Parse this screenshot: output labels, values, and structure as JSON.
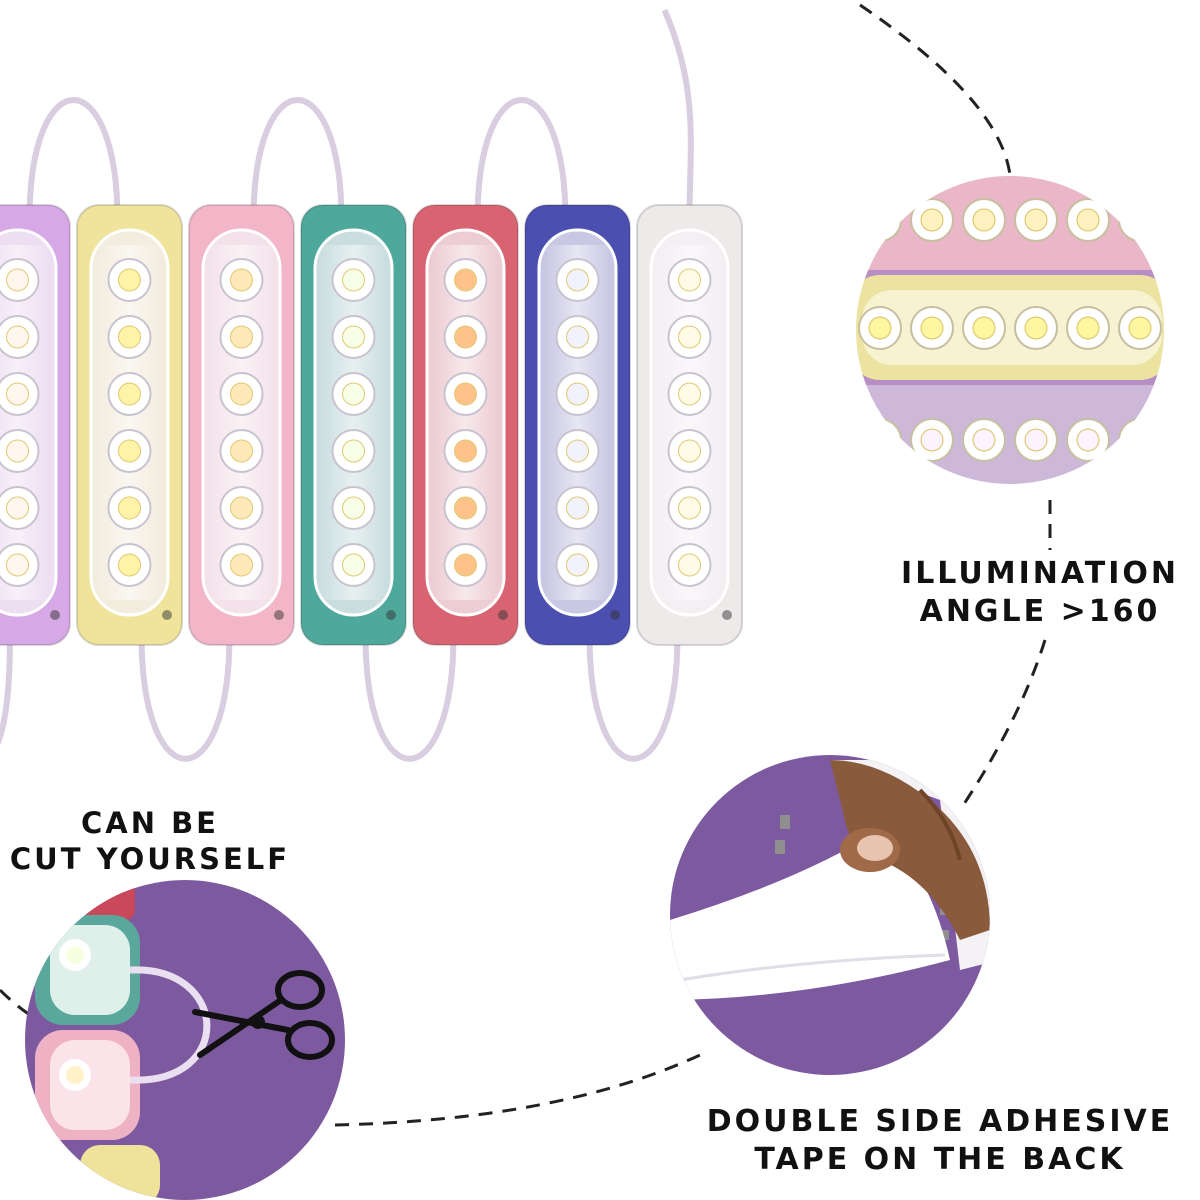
{
  "features": {
    "illumination": {
      "line1": "ILLUMINATION",
      "line2": "ANGLE >160"
    },
    "cut": {
      "line1": "CAN BE",
      "line2": "CUT YOURSELF"
    },
    "tape": {
      "line1": "DOUBLE SIDE ADHESIVE",
      "line2": "TAPE ON THE BACK"
    }
  },
  "product": {
    "module_count": 7,
    "leds_per_module": 6,
    "module_colors": [
      "#d7a8e6",
      "#f0e49c",
      "#f3b6c8",
      "#4fa89c",
      "#d86472",
      "#4a4fb0",
      "#efeaea"
    ],
    "led_tints": [
      "#fff7ee",
      "#fff3a8",
      "#ffe9b8",
      "#f7ffe6",
      "#ffc38a",
      "#f2f2ff",
      "#fffbe6"
    ]
  },
  "colors": {
    "accent_purple": "#7d5aa0",
    "wire": "#d9cde0",
    "dashed_line": "#222222"
  },
  "icons": {
    "scissors": "scissors-icon",
    "finger": "finger-peeling-icon"
  }
}
